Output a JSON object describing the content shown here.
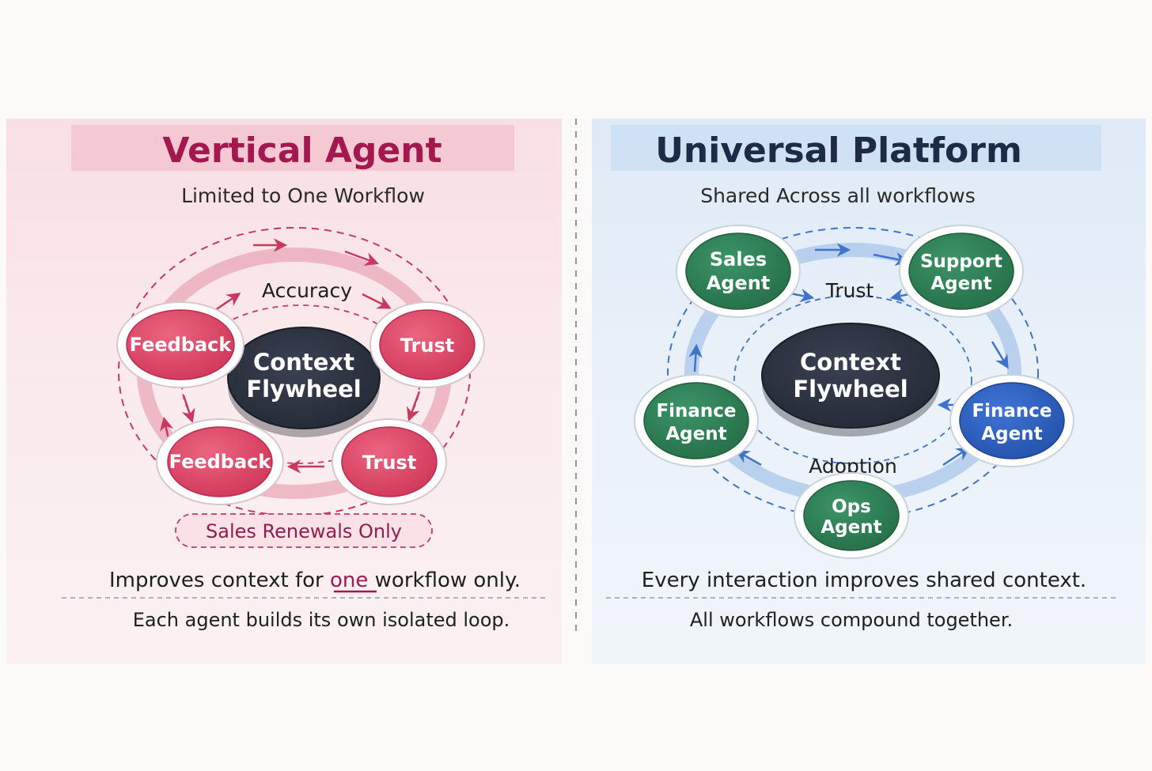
{
  "colors": {
    "vertical_accent": "#a3194f",
    "vertical_node": "#d9405f",
    "platform_title": "#1f2a44",
    "platform_node": "#2d7a52",
    "platform_node_highlight": "#2756b8",
    "hub": "#2b3040",
    "platform_arrow": "#3f74c9"
  },
  "vertical": {
    "title": "Vertical Agent",
    "subtitle": "Limited to One Workflow",
    "hub": {
      "line1": "Context",
      "line2": "Flywheel"
    },
    "edge_label": "Accuracy",
    "nodes": {
      "top_left": "Feedback",
      "top_right": "Trust",
      "bottom_left": "Feedback",
      "bottom_right": "Trust"
    },
    "scope_tag": "Sales Renewals Only",
    "footer": {
      "line1_before": "Improves context for ",
      "line1_emphasis": "one",
      "line1_after": " workflow only.",
      "line2": "Each agent builds its own isolated loop."
    }
  },
  "platform": {
    "title": "Universal Platform",
    "subtitle": "Shared Across all workflows",
    "hub": {
      "line1": "Context",
      "line2": "Flywheel"
    },
    "edge_label_top": "Trust",
    "edge_label_bottom": "Adoption",
    "nodes": {
      "sales": {
        "line1": "Sales",
        "line2": "Agent"
      },
      "support": {
        "line1": "Support",
        "line2": "Agent"
      },
      "finance_left": {
        "line1": "Finance",
        "line2": "Agent"
      },
      "finance_right": {
        "line1": "Finance",
        "line2": "Agent"
      },
      "ops": {
        "line1": "Ops",
        "line2": "Agent"
      }
    },
    "footer": {
      "line1": "Every interaction improves shared context.",
      "line2": "All workflows compound together."
    }
  }
}
